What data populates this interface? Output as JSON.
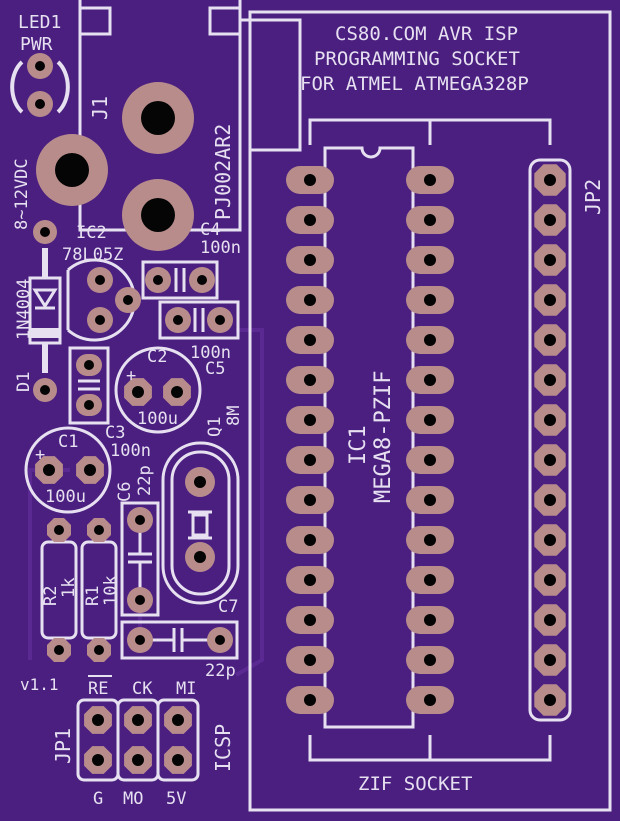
{
  "colors": {
    "board": "#4a1f80",
    "silkscreen": "#e6e0f0",
    "pad": "#b98c8c",
    "hole": "#050505",
    "trace": "#5a2a92"
  },
  "title": {
    "line1": "CS80.COM AVR ISP",
    "line2": "PROGRAMMING SOCKET",
    "line3": "FOR ATMEL ATMEGA328P"
  },
  "labels": {
    "led_ref": "LED1",
    "led_name": "PWR",
    "jack_ref": "J1",
    "jack_part": "PJ002AR2",
    "vin": "8~12VDC",
    "ic2_ref": "IC2",
    "ic2_part": "78L05Z",
    "c4_ref": "C4",
    "c4_val": "100n",
    "c5_ref": "C5",
    "c5_val": "100n",
    "d1_ref": "D1",
    "d1_part": "1N4004",
    "c2_ref": "C2",
    "c2_val": "100u",
    "c3_ref": "C3",
    "c3_val": "100n",
    "q1_ref": "Q1",
    "q1_val": "8M",
    "c1_ref": "C1",
    "c1_val": "100u",
    "c6_ref": "C6",
    "c6_val": "22p",
    "c7_ref": "C7",
    "c7_val": "22p",
    "r2_ref": "R2",
    "r2_val": "1k",
    "r1_ref": "R1",
    "r1_val": "10k",
    "version": "v1.1",
    "ic1_ref": "IC1",
    "ic1_part": "MEGA8-PZIF",
    "jp2_ref": "JP2",
    "jp1_ref": "JP1",
    "icsp": "ICSP",
    "zif": "ZIF SOCKET",
    "plus": "+",
    "pin_top": [
      "RE",
      "CK",
      "MI"
    ],
    "pin_bottom": [
      "G",
      "MO",
      "5V"
    ]
  }
}
